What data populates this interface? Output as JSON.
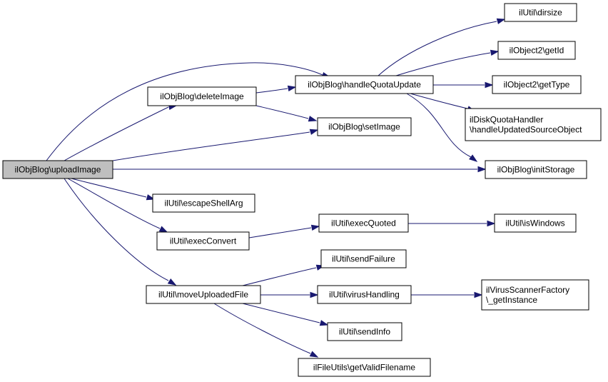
{
  "diagram": {
    "nodes": [
      {
        "id": "uploadImage",
        "lines": [
          "ilObjBlog\\uploadImage"
        ],
        "root": true
      },
      {
        "id": "deleteImage",
        "lines": [
          "ilObjBlog\\deleteImage"
        ]
      },
      {
        "id": "handleQuotaUpdate",
        "lines": [
          "ilObjBlog\\handleQuotaUpdate"
        ]
      },
      {
        "id": "setImage",
        "lines": [
          "ilObjBlog\\setImage"
        ]
      },
      {
        "id": "initStorage",
        "lines": [
          "ilObjBlog\\initStorage"
        ]
      },
      {
        "id": "escapeShellArg",
        "lines": [
          "ilUtil\\escapeShellArg"
        ]
      },
      {
        "id": "execConvert",
        "lines": [
          "ilUtil\\execConvert"
        ]
      },
      {
        "id": "moveUploadedFile",
        "lines": [
          "ilUtil\\moveUploadedFile"
        ]
      },
      {
        "id": "dirsize",
        "lines": [
          "ilUtil\\dirsize"
        ]
      },
      {
        "id": "getId",
        "lines": [
          "ilObject2\\getId"
        ]
      },
      {
        "id": "getType",
        "lines": [
          "ilObject2\\getType"
        ]
      },
      {
        "id": "handleUpdatedSourceObject",
        "lines": [
          "ilDiskQuotaHandler",
          "\\handleUpdatedSourceObject"
        ]
      },
      {
        "id": "execQuoted",
        "lines": [
          "ilUtil\\execQuoted"
        ]
      },
      {
        "id": "isWindows",
        "lines": [
          "ilUtil\\isWindows"
        ]
      },
      {
        "id": "sendFailure",
        "lines": [
          "ilUtil\\sendFailure"
        ]
      },
      {
        "id": "virusHandling",
        "lines": [
          "ilUtil\\virusHandling"
        ]
      },
      {
        "id": "getInstance",
        "lines": [
          "ilVirusScannerFactory",
          "\\_getInstance"
        ]
      },
      {
        "id": "sendInfo",
        "lines": [
          "ilUtil\\sendInfo"
        ]
      },
      {
        "id": "getValidFilename",
        "lines": [
          "ilFileUtils\\getValidFilename"
        ]
      }
    ],
    "edges": [
      {
        "from": "uploadImage",
        "to": "deleteImage"
      },
      {
        "from": "uploadImage",
        "to": "handleQuotaUpdate"
      },
      {
        "from": "uploadImage",
        "to": "setImage"
      },
      {
        "from": "uploadImage",
        "to": "initStorage"
      },
      {
        "from": "uploadImage",
        "to": "escapeShellArg"
      },
      {
        "from": "uploadImage",
        "to": "execConvert"
      },
      {
        "from": "uploadImage",
        "to": "moveUploadedFile"
      },
      {
        "from": "deleteImage",
        "to": "handleQuotaUpdate"
      },
      {
        "from": "deleteImage",
        "to": "setImage"
      },
      {
        "from": "handleQuotaUpdate",
        "to": "dirsize"
      },
      {
        "from": "handleQuotaUpdate",
        "to": "getId"
      },
      {
        "from": "handleQuotaUpdate",
        "to": "getType"
      },
      {
        "from": "handleQuotaUpdate",
        "to": "handleUpdatedSourceObject"
      },
      {
        "from": "handleQuotaUpdate",
        "to": "initStorage"
      },
      {
        "from": "execConvert",
        "to": "execQuoted"
      },
      {
        "from": "execQuoted",
        "to": "isWindows"
      },
      {
        "from": "moveUploadedFile",
        "to": "sendFailure"
      },
      {
        "from": "moveUploadedFile",
        "to": "virusHandling"
      },
      {
        "from": "moveUploadedFile",
        "to": "sendInfo"
      },
      {
        "from": "moveUploadedFile",
        "to": "getValidFilename"
      },
      {
        "from": "virusHandling",
        "to": "getInstance"
      }
    ],
    "colors": {
      "edge": "#191970",
      "node_border": "#000000",
      "node_fill": "#ffffff",
      "root_fill": "#bfbfbf"
    }
  }
}
